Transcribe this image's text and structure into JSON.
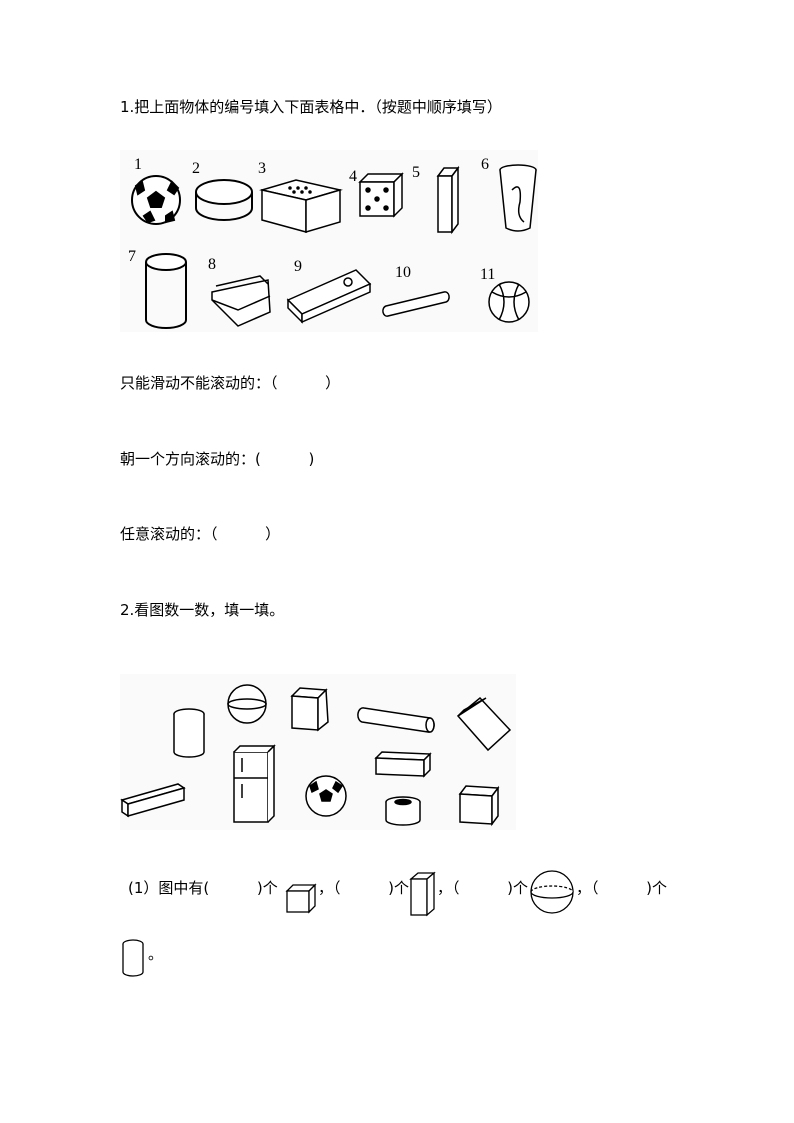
{
  "q1": {
    "title": "1.把上面物体的编号填入下面表格中．（按题中顺序填写）",
    "labels": [
      "1",
      "2",
      "3",
      "4",
      "5",
      "6",
      "7",
      "8",
      "9",
      "10",
      "11"
    ],
    "answer_slide": "只能滑动不能滚动的：（          ）",
    "answer_one_dir": "朝一个方向滚动的：(          )",
    "answer_any": "任意滚动的：（          ）"
  },
  "q2": {
    "title": "2.看图数一数，填一填。",
    "sub1_prefix": "(1）图中有(          )个",
    "sep1": "，（          )个",
    "sep2": "，（          )个",
    "sep3": "，（          )个",
    "end": "。"
  }
}
